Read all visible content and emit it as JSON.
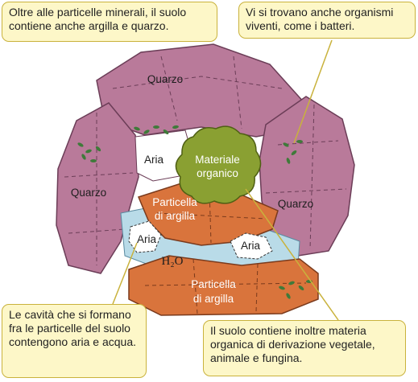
{
  "callouts": {
    "top_left": "Oltre alle particelle minerali, il suolo contiene anche argilla e quarzo.",
    "top_right": "Vi si trovano anche organismi viventi, come i batteri.",
    "bottom_left": "Le cavità che si formano fra le particelle del suolo contengono aria e acqua.",
    "bottom_right": "Il suolo contiene inoltre materia organica di derivazione vegetale, animale e fungina."
  },
  "labels": {
    "quartz_top": "Quarzo",
    "quartz_left": "Quarzo",
    "quartz_right": "Quarzo",
    "air_top": "Aria",
    "air_left": "Aria",
    "air_right": "Aria",
    "organic_line1": "Materiale",
    "organic_line2": "organico",
    "clay_top_line1": "Particella",
    "clay_top_line2": "di argilla",
    "clay_bottom_line1": "Particella",
    "clay_bottom_line2": "di argilla",
    "water": "H₂O"
  },
  "colors": {
    "quartz": "#b97a9a",
    "clay": "#d9743c",
    "organic": "#8aa032",
    "water": "#b9dbe8",
    "callout_bg": "#fdf7c8",
    "bacteria": "#3f7a3a"
  }
}
